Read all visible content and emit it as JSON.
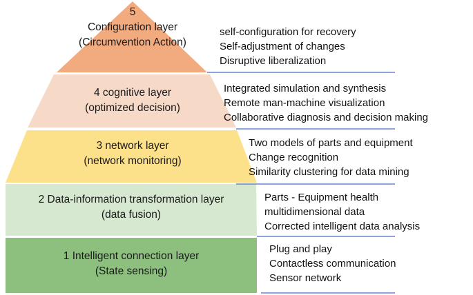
{
  "colors": {
    "layer1": "#8dc07f",
    "layer2": "#d7e8d1",
    "layer3": "#fde18a",
    "layer4": "#f7d9c8",
    "layer5": "#f2aa7f",
    "underline": "#4a6fc7"
  },
  "layers": [
    {
      "number": "5",
      "title": "Configuration layer",
      "subtitle": "(Circumvention Action)",
      "descriptions": [
        "self-configuration for recovery",
        "Self-adjustment of changes",
        "Disruptive liberalization"
      ]
    },
    {
      "title": "4 cognitive layer",
      "subtitle": "(optimized decision)",
      "descriptions": [
        "Integrated simulation and synthesis",
        "Remote man-machine visualization",
        "Collaborative diagnosis and decision making"
      ]
    },
    {
      "title": "3 network layer",
      "subtitle": "(network monitoring)",
      "descriptions": [
        "Two models of parts and equipment",
        "Change recognition",
        "Similarity clustering for data mining"
      ]
    },
    {
      "title": "2 Data-information transformation layer",
      "subtitle": "(data fusion)",
      "descriptions": [
        "Parts - Equipment health",
        "multidimensional data",
        "Corrected intelligent data analysis"
      ]
    },
    {
      "title": "1 Intelligent connection layer",
      "subtitle": "(State sensing)",
      "descriptions": [
        "Plug and play",
        "Contactless communication",
        "Sensor network"
      ]
    }
  ]
}
